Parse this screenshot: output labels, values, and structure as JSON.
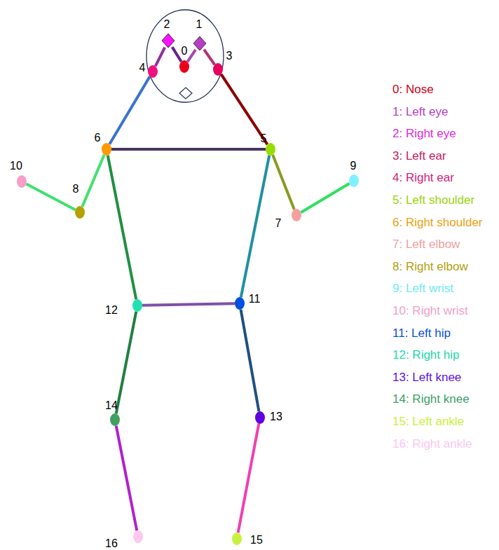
{
  "diagram": {
    "nodes": [
      {
        "text": [
          "0"
        ]
      },
      {
        "text": [
          "1"
        ]
      },
      {
        "text": [
          "2"
        ]
      },
      {
        "text": [
          "3"
        ]
      },
      {
        "text": [
          "4"
        ]
      },
      {
        "text": [
          "5"
        ]
      },
      {
        "text": [
          "6"
        ]
      },
      {
        "text": [
          "7"
        ]
      },
      {
        "text": [
          "8"
        ]
      },
      {
        "text": [
          "9"
        ]
      },
      {
        "text": [
          "10"
        ]
      },
      {
        "text": [
          "11"
        ]
      },
      {
        "text": [
          "12"
        ]
      },
      {
        "text": [
          "13"
        ]
      },
      {
        "text": [
          "14"
        ]
      },
      {
        "text": [
          "15"
        ]
      },
      {
        "text": [
          "16"
        ]
      }
    ],
    "edges": [
      {
        "from": 0,
        "to": 1,
        "arrow": "none"
      },
      {
        "from": 0,
        "to": 2,
        "arrow": "none"
      },
      {
        "from": 1,
        "to": 3,
        "arrow": "none"
      },
      {
        "from": 2,
        "to": 4,
        "arrow": "none"
      },
      {
        "from": 3,
        "to": 5,
        "arrow": "none"
      },
      {
        "from": 4,
        "to": 6,
        "arrow": "none"
      },
      {
        "from": 5,
        "to": 6,
        "arrow": "none"
      },
      {
        "from": 5,
        "to": 7,
        "arrow": "none"
      },
      {
        "from": 7,
        "to": 9,
        "arrow": "none"
      },
      {
        "from": 6,
        "to": 8,
        "arrow": "none"
      },
      {
        "from": 8,
        "to": 10,
        "arrow": "none"
      },
      {
        "from": 5,
        "to": 11,
        "arrow": "none"
      },
      {
        "from": 6,
        "to": 12,
        "arrow": "none"
      },
      {
        "from": 11,
        "to": 12,
        "arrow": "none"
      },
      {
        "from": 11,
        "to": 13,
        "arrow": "none"
      },
      {
        "from": 13,
        "to": 15,
        "arrow": "none"
      },
      {
        "from": 12,
        "to": 14,
        "arrow": "none"
      },
      {
        "from": 14,
        "to": 16,
        "arrow": "none"
      }
    ],
    "legend": [
      {
        "text": "0:  Nose",
        "color": "#d00018"
      },
      {
        "text": "1:  Left eye",
        "color": "#b93cc8"
      },
      {
        "text": "2:  Right eye",
        "color": "#e02ae0"
      },
      {
        "text": "3:  Left ear",
        "color": "#c8205f"
      },
      {
        "text": "4:  Right ear",
        "color": "#d8207a"
      },
      {
        "text": "5:  Left shoulder",
        "color": "#9ad40a"
      },
      {
        "text": "6:  Right shoulder",
        "color": "#f0a010"
      },
      {
        "text": "7:  Left elbow",
        "color": "#f0a0a0"
      },
      {
        "text": "8:  Right elbow",
        "color": "#b0a010"
      },
      {
        "text": "9:  Left wrist",
        "color": "#70e8f8"
      },
      {
        "text": "10:  Right wrist",
        "color": "#f0a0c8"
      },
      {
        "text": "11:  Left hip",
        "color": "#0a50d8"
      },
      {
        "text": "12:  Right hip",
        "color": "#20d8a8"
      },
      {
        "text": "13:  Left knee",
        "color": "#6010e0"
      },
      {
        "text": "14:  Right knee",
        "color": "#40a068"
      },
      {
        "text": "15:  Left ankle",
        "color": "#c8f040"
      },
      {
        "text": "16:  Right ankle",
        "color": "#f8c8f0"
      }
    ]
  }
}
